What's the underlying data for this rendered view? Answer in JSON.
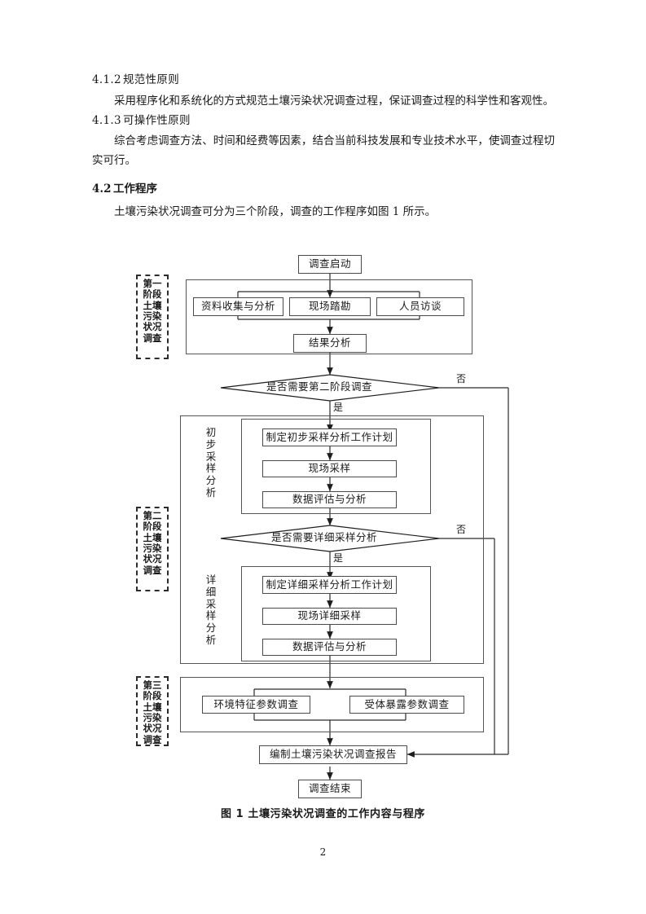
{
  "document": {
    "page_number": "2",
    "sections": [
      {
        "number": "4.1.2",
        "title": "规范性原则",
        "body": "采用程序化和系统化的方式规范土壤污染状况调查过程，保证调查过程的科学性和客观性。"
      },
      {
        "number": "4.1.3",
        "title": "可操作性原则",
        "body": "综合考虑调查方法、时间和经费等因素，结合当前科技发展和专业技术水平，使调查过程切实可行。"
      }
    ],
    "section_42": {
      "number": "4.2",
      "title": "工作程序",
      "body": "土壤污染状况调查可分为三个阶段，调查的工作程序如图 1 所示。"
    },
    "figure_caption": "图 1  土壤污染状况调查的工作内容与程序"
  },
  "flowchart": {
    "title": "土壤污染状况调查的工作内容与程序",
    "start_node": "调查启动",
    "end_node": "调查结束",
    "stage_tags": {
      "stage1": "第一阶段土壤污染状况调查",
      "stage2": "第二阶段土壤污染状况调查",
      "stage3": "第三阶段土壤污染状况调查"
    },
    "stage1": {
      "parallel": [
        "资料收集与分析",
        "现场踏勘",
        "人员访谈"
      ],
      "result": "结果分析"
    },
    "decision1": {
      "text": "是否需要第二阶段调查",
      "yes": "是",
      "no": "否"
    },
    "preliminary": {
      "label": "初步采样分析",
      "steps": [
        "制定初步采样分析工作计划",
        "现场采样",
        "数据评估与分析"
      ]
    },
    "decision2": {
      "text": "是否需要详细采样分析",
      "yes": "是",
      "no": "否"
    },
    "detailed": {
      "label": "详细采样分析",
      "steps": [
        "制定详细采样分析工作计划",
        "现场详细采样",
        "数据评估与分析"
      ]
    },
    "stage3": {
      "parallel": [
        "环境特征参数调查",
        "受体暴露参数调查"
      ]
    },
    "report_node": "编制土壤污染状况调查报告"
  },
  "colors": {
    "text": "#1a1a1a",
    "node_border": "#4a4a4a",
    "group_border": "#555555",
    "stage_border": "#2b2b2b",
    "background": "#ffffff"
  }
}
